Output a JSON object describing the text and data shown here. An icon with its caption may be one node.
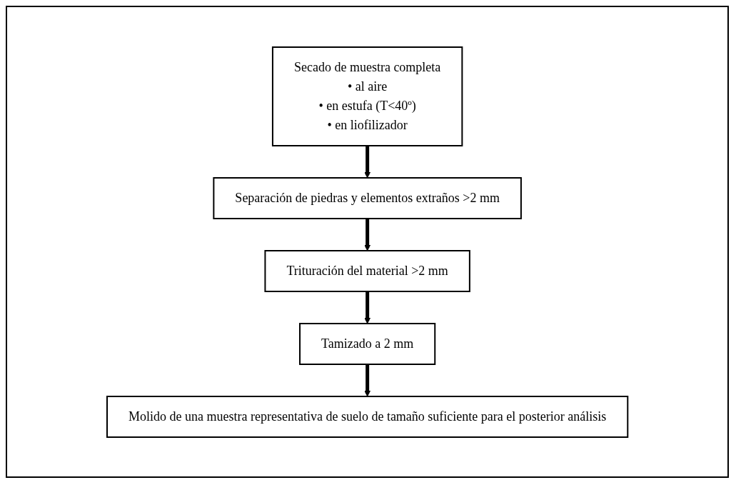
{
  "diagram": {
    "nodes": [
      {
        "text": [
          "Secado de muestra completa",
          "• al aire",
          "• en estufa (T<40º)",
          "• en liofilizador"
        ]
      },
      {
        "text": [
          "Separación de piedras y elementos extraños >2 mm"
        ]
      },
      {
        "text": [
          "Trituración del material >2 mm"
        ]
      },
      {
        "text": [
          "Tamizado a 2 mm"
        ]
      },
      {
        "text": [
          "Molido de una muestra representativa de suelo de tamaño suficiente para el posterior análisis"
        ]
      }
    ],
    "edges": [
      {
        "from": 0,
        "to": 1,
        "arrow": "to"
      },
      {
        "from": 1,
        "to": 2,
        "arrow": "to"
      },
      {
        "from": 2,
        "to": 3,
        "arrow": "to"
      },
      {
        "from": 3,
        "to": 4,
        "arrow": "to"
      }
    ]
  }
}
